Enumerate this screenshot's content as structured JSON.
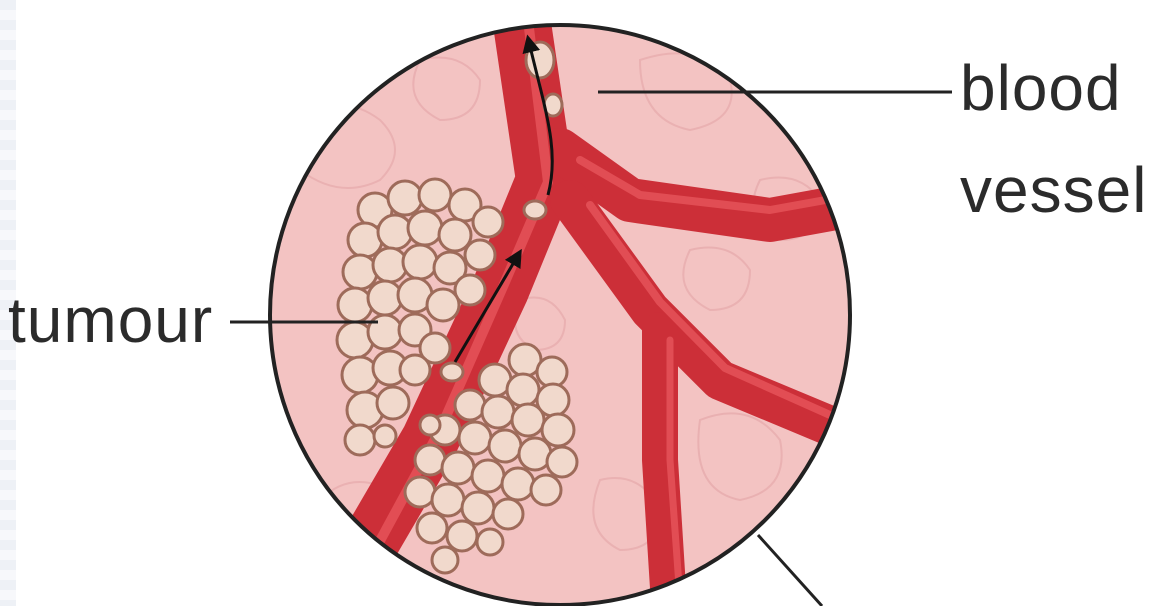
{
  "labels": {
    "blood": "blood",
    "vessel": "vessel",
    "tumour": "tumour"
  },
  "colors": {
    "tissue": "#f3c3c2",
    "tissue_texture": "#e6a9aa",
    "vessel": "#cc2f38",
    "vessel_highlight": "#e7555b",
    "cell_fill": "#f1d9cc",
    "cell_outline": "#9e6b5a",
    "outline": "#222222"
  },
  "icons": {
    "circle": "magnified-tissue-view",
    "arrow": "cell-migration-arrow"
  }
}
